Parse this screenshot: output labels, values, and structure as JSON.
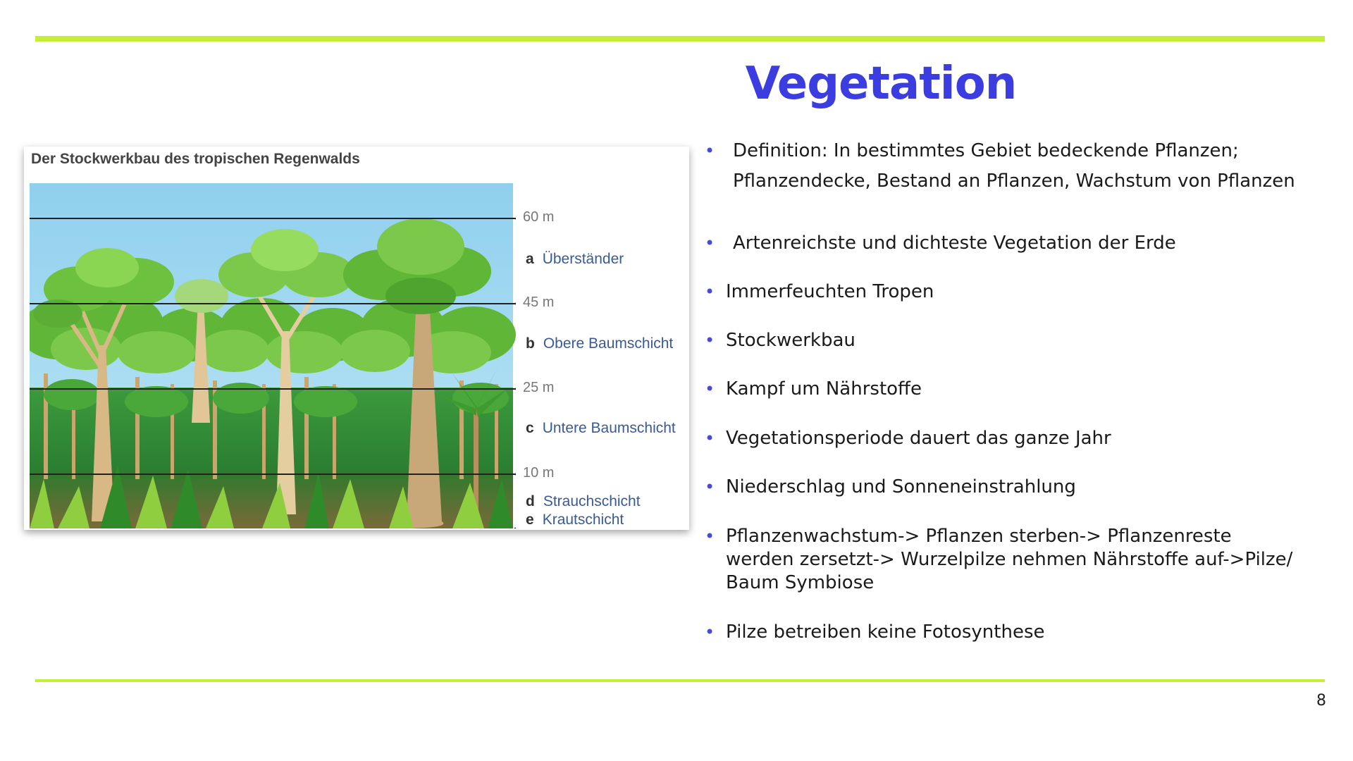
{
  "slide": {
    "title": "Vegetation",
    "page_number": "8",
    "accent_color": "#c4ee3a",
    "title_color": "#3b3de0"
  },
  "figure": {
    "title": "Der Stockwerkbau des tropischen Regenwalds",
    "heights": [
      "60 m",
      "45 m",
      "25 m",
      "10 m"
    ],
    "layers": [
      {
        "letter": "a",
        "name": "Überständer"
      },
      {
        "letter": "b",
        "name": "Obere Baumschicht"
      },
      {
        "letter": "c",
        "name": "Untere Baumschicht"
      },
      {
        "letter": "d",
        "name": "Strauchschicht"
      },
      {
        "letter": "e",
        "name": "Krautschicht"
      }
    ]
  },
  "bullets": [
    "Definition: In bestimmtes Gebiet bedeckende Pflanzen;",
    "Pflanzendecke, Bestand an Pflanzen, Wachstum von Pflanzen",
    "Artenreichste und dichteste Vegetation der Erde",
    "Immerfeuchten Tropen",
    "Stockwerkbau",
    "Kampf um Nährstoffe",
    "Vegetationsperiode dauert das ganze Jahr",
    "Niederschlag und Sonneneinstrahlung",
    "Pflanzenwachstum-> Pflanzen sterben-> Pflanzenreste",
    "werden zersetzt-> Wurzelpilze nehmen Nährstoffe auf->Pilze/",
    "Baum Symbiose",
    "Pilze betreiben keine Fotosynthese"
  ]
}
